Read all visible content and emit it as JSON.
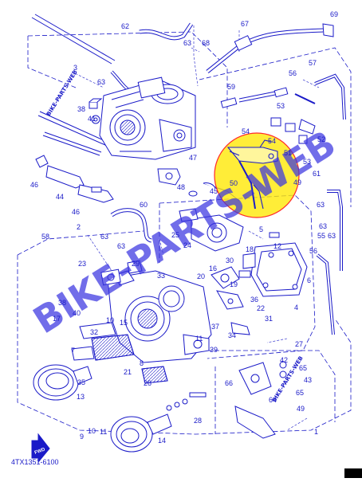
{
  "diagram": {
    "part_code": "4TX1351-6100",
    "fwd_label": "FWD",
    "watermark_text": "BIKE-PARTS-WEB",
    "watermark_small": "BIKE-PARTS-WEB",
    "colors": {
      "ink": "#1a1ac8",
      "highlight_fill": "#ffe800",
      "highlight_stroke": "#ff2a2a",
      "watermark": "#3a35e0"
    },
    "callouts": {
      "n1": "1",
      "n2": "2",
      "n3": "3",
      "n4": "4",
      "n5": "5",
      "n6": "6",
      "n7": "7",
      "n8": "8",
      "n9": "9",
      "n10": "10",
      "n11": "11",
      "n12": "12",
      "n13": "13",
      "n14": "14",
      "n15": "15",
      "n16": "16",
      "n17": "17",
      "n18": "18",
      "n19": "19",
      "n20": "20",
      "n21": "21",
      "n22": "22",
      "n23": "23",
      "n24": "24",
      "n25": "25",
      "n26": "26",
      "n27": "27",
      "n28": "28",
      "n29": "29",
      "n30": "30",
      "n31": "31",
      "n32": "32",
      "n33": "33",
      "n34": "34",
      "n35": "35",
      "n36": "36",
      "n37": "37",
      "n38": "38",
      "n38b": "38",
      "n39": "39",
      "n40": "40",
      "n41": "41",
      "n42": "42",
      "n43": "43",
      "n44": "44",
      "n45": "45",
      "n46": "46",
      "n46b": "46",
      "n47": "47",
      "n48": "48",
      "n49": "49",
      "n50": "50",
      "n51": "51",
      "n52": "52",
      "n53": "53",
      "n53b": "53",
      "n54": "54",
      "n54b": "54",
      "n55": "55",
      "n56": "56",
      "n56b": "56",
      "n57": "57",
      "n58": "58",
      "n59": "59",
      "n60": "60",
      "n61": "61",
      "n62": "62",
      "n63": "63",
      "n63b": "63",
      "n63c": "63",
      "n63d": "63",
      "n63e": "63",
      "n64": "64",
      "n65": "65",
      "n66": "66",
      "n67": "67",
      "n68": "68",
      "n69": "69"
    }
  }
}
